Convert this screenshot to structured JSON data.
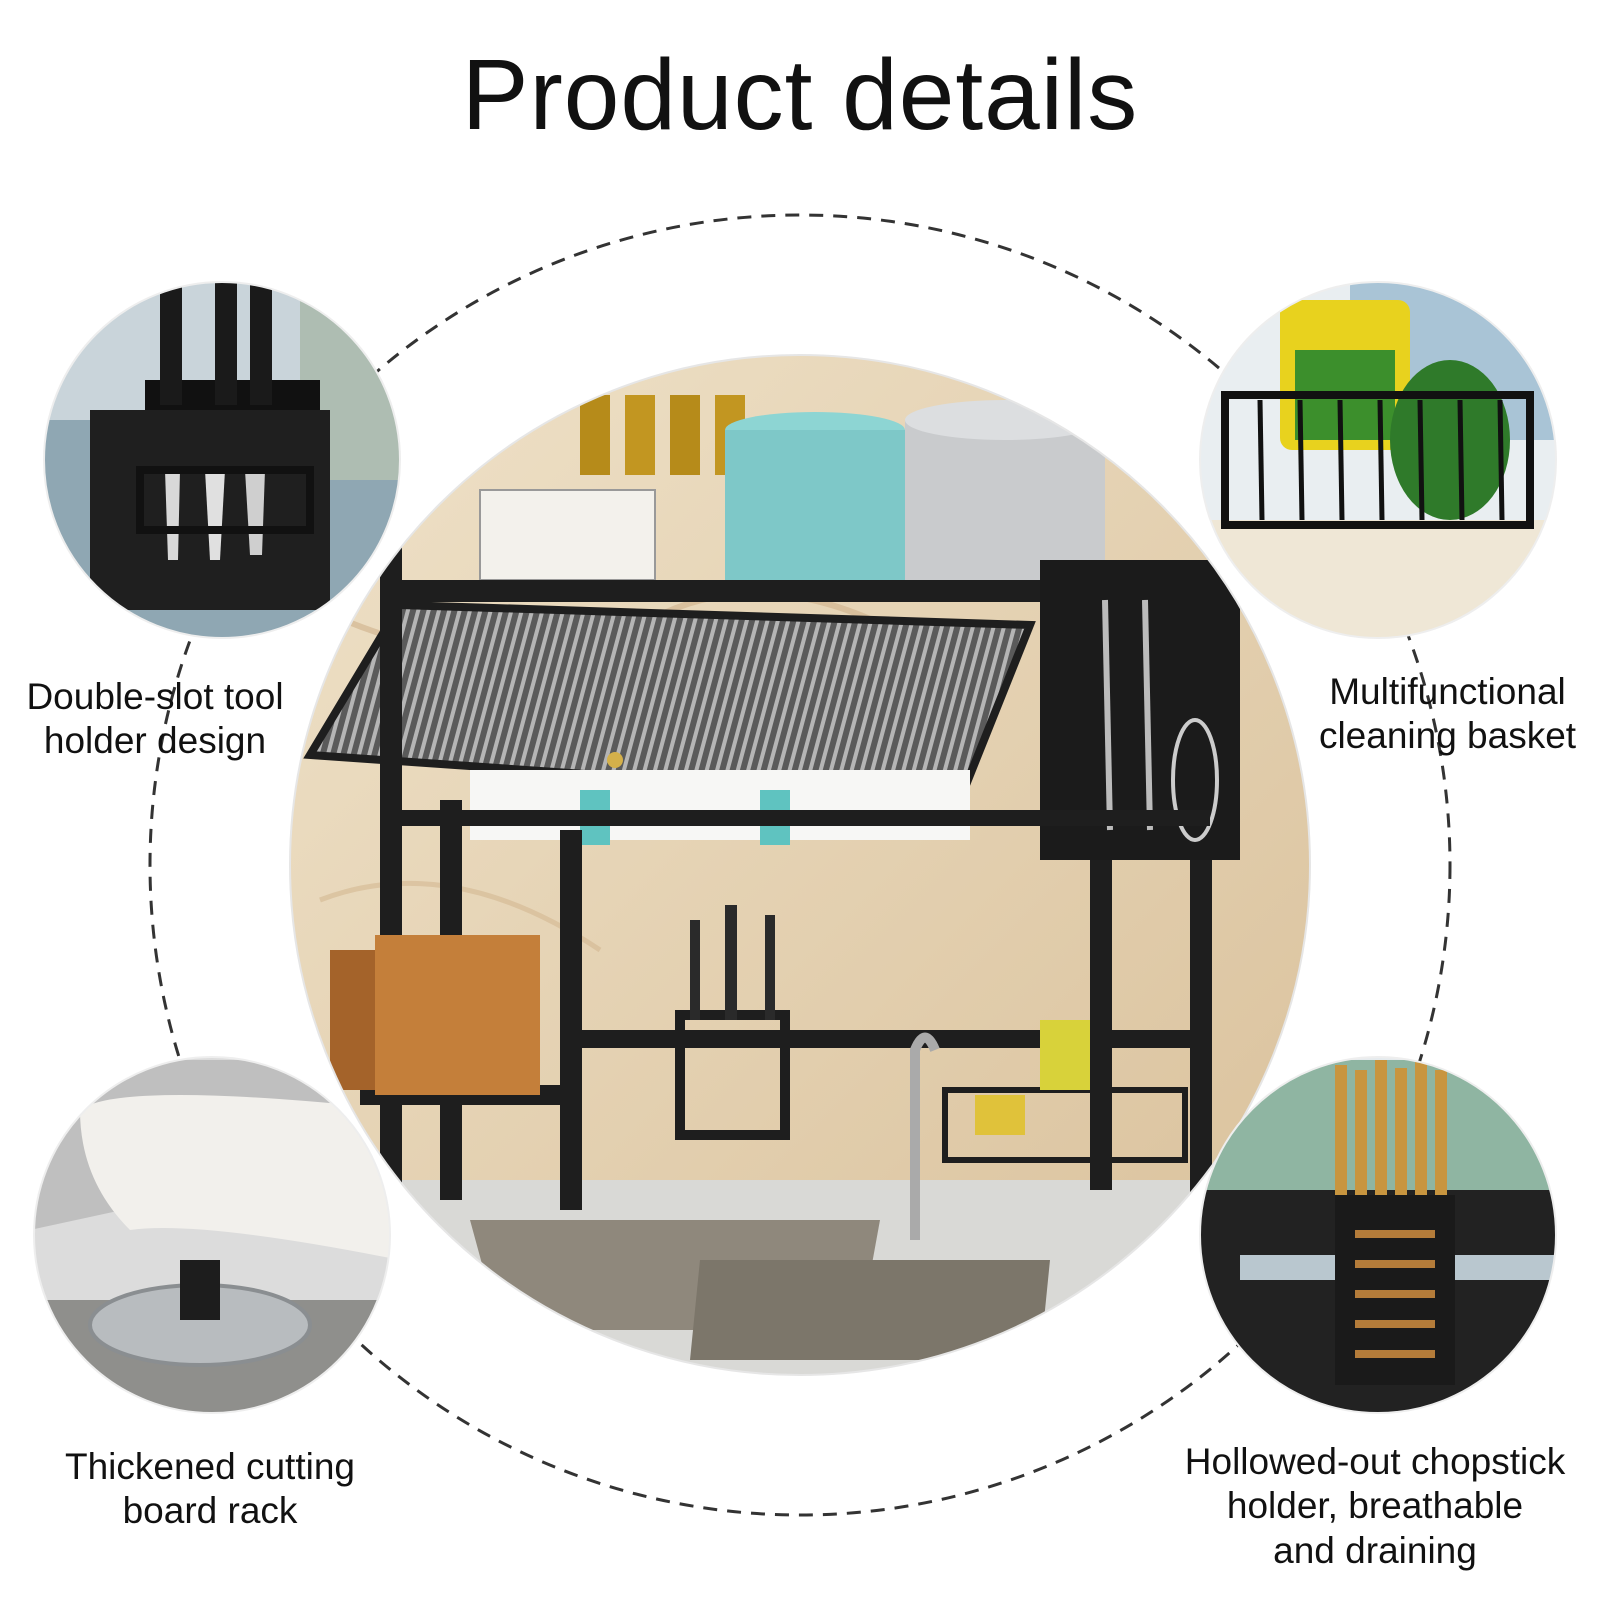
{
  "title": "Product details",
  "captions": {
    "top_left": [
      "Double-slot tool",
      "holder design"
    ],
    "top_right": [
      "Multifunctional",
      "cleaning basket"
    ],
    "bottom_left": [
      "Thickened cutting",
      "board rack"
    ],
    "bottom_right": [
      "Hollowed-out chopstick",
      "holder, breathable",
      "and draining"
    ]
  },
  "colors": {
    "rack": "#1e1e1e",
    "pot": "#7ec8c8",
    "wall": "#e6d3b3",
    "dashed_ring": "#333333"
  }
}
